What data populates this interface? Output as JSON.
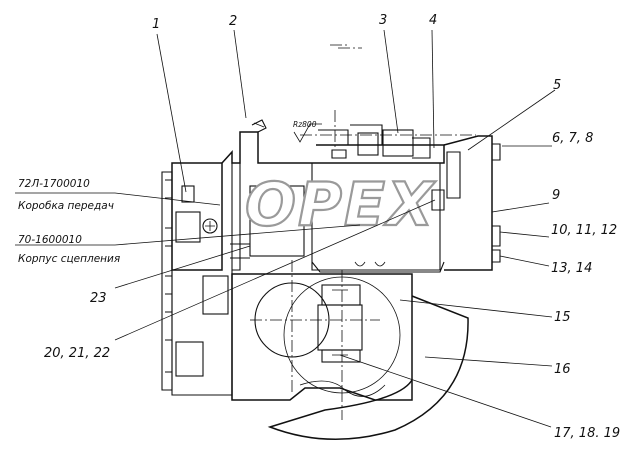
{
  "callouts": [
    "1",
    "2",
    "3",
    "4",
    "5",
    "6, 7, 8",
    "9",
    "10, 11, 12",
    "13, 14",
    "15",
    "16",
    "17, 18. 19",
    "20, 21, 22",
    "23"
  ],
  "notes": {
    "gearbox_code": "72Л-1700010",
    "gearbox_name": "Коробка передач",
    "clutch_code": "70-1600010",
    "clutch_name": "Корпус сцепления"
  },
  "roughness_mark": "Rz800",
  "watermark": "OPEX"
}
